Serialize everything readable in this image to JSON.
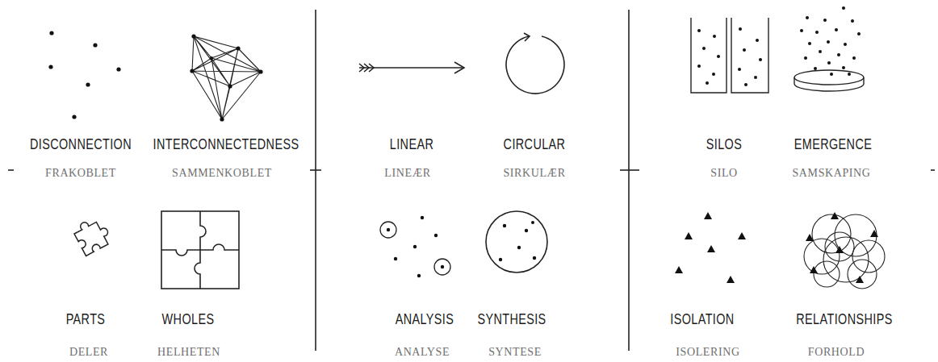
{
  "diagram": {
    "labels": [
      "DISCONNECTION",
      "FRAKOBLET",
      "INTERCONNECTEDNESS",
      "SAMMENKOBLET",
      "LINEAR",
      "LINEÆR",
      "CIRCULAR",
      "SIRKULÆR",
      "SILOS",
      "SILO",
      "EMERGENCE",
      "SAMSKAPING",
      "PARTS",
      "DELER",
      "WHOLES",
      "HELHETEN",
      "ANALYSIS",
      "ANALYSE",
      "SYNTHESIS",
      "SYNTESE",
      "ISOLATION",
      "ISOLERING",
      "RELATIONSHIPS",
      "FORHOLD"
    ]
  }
}
